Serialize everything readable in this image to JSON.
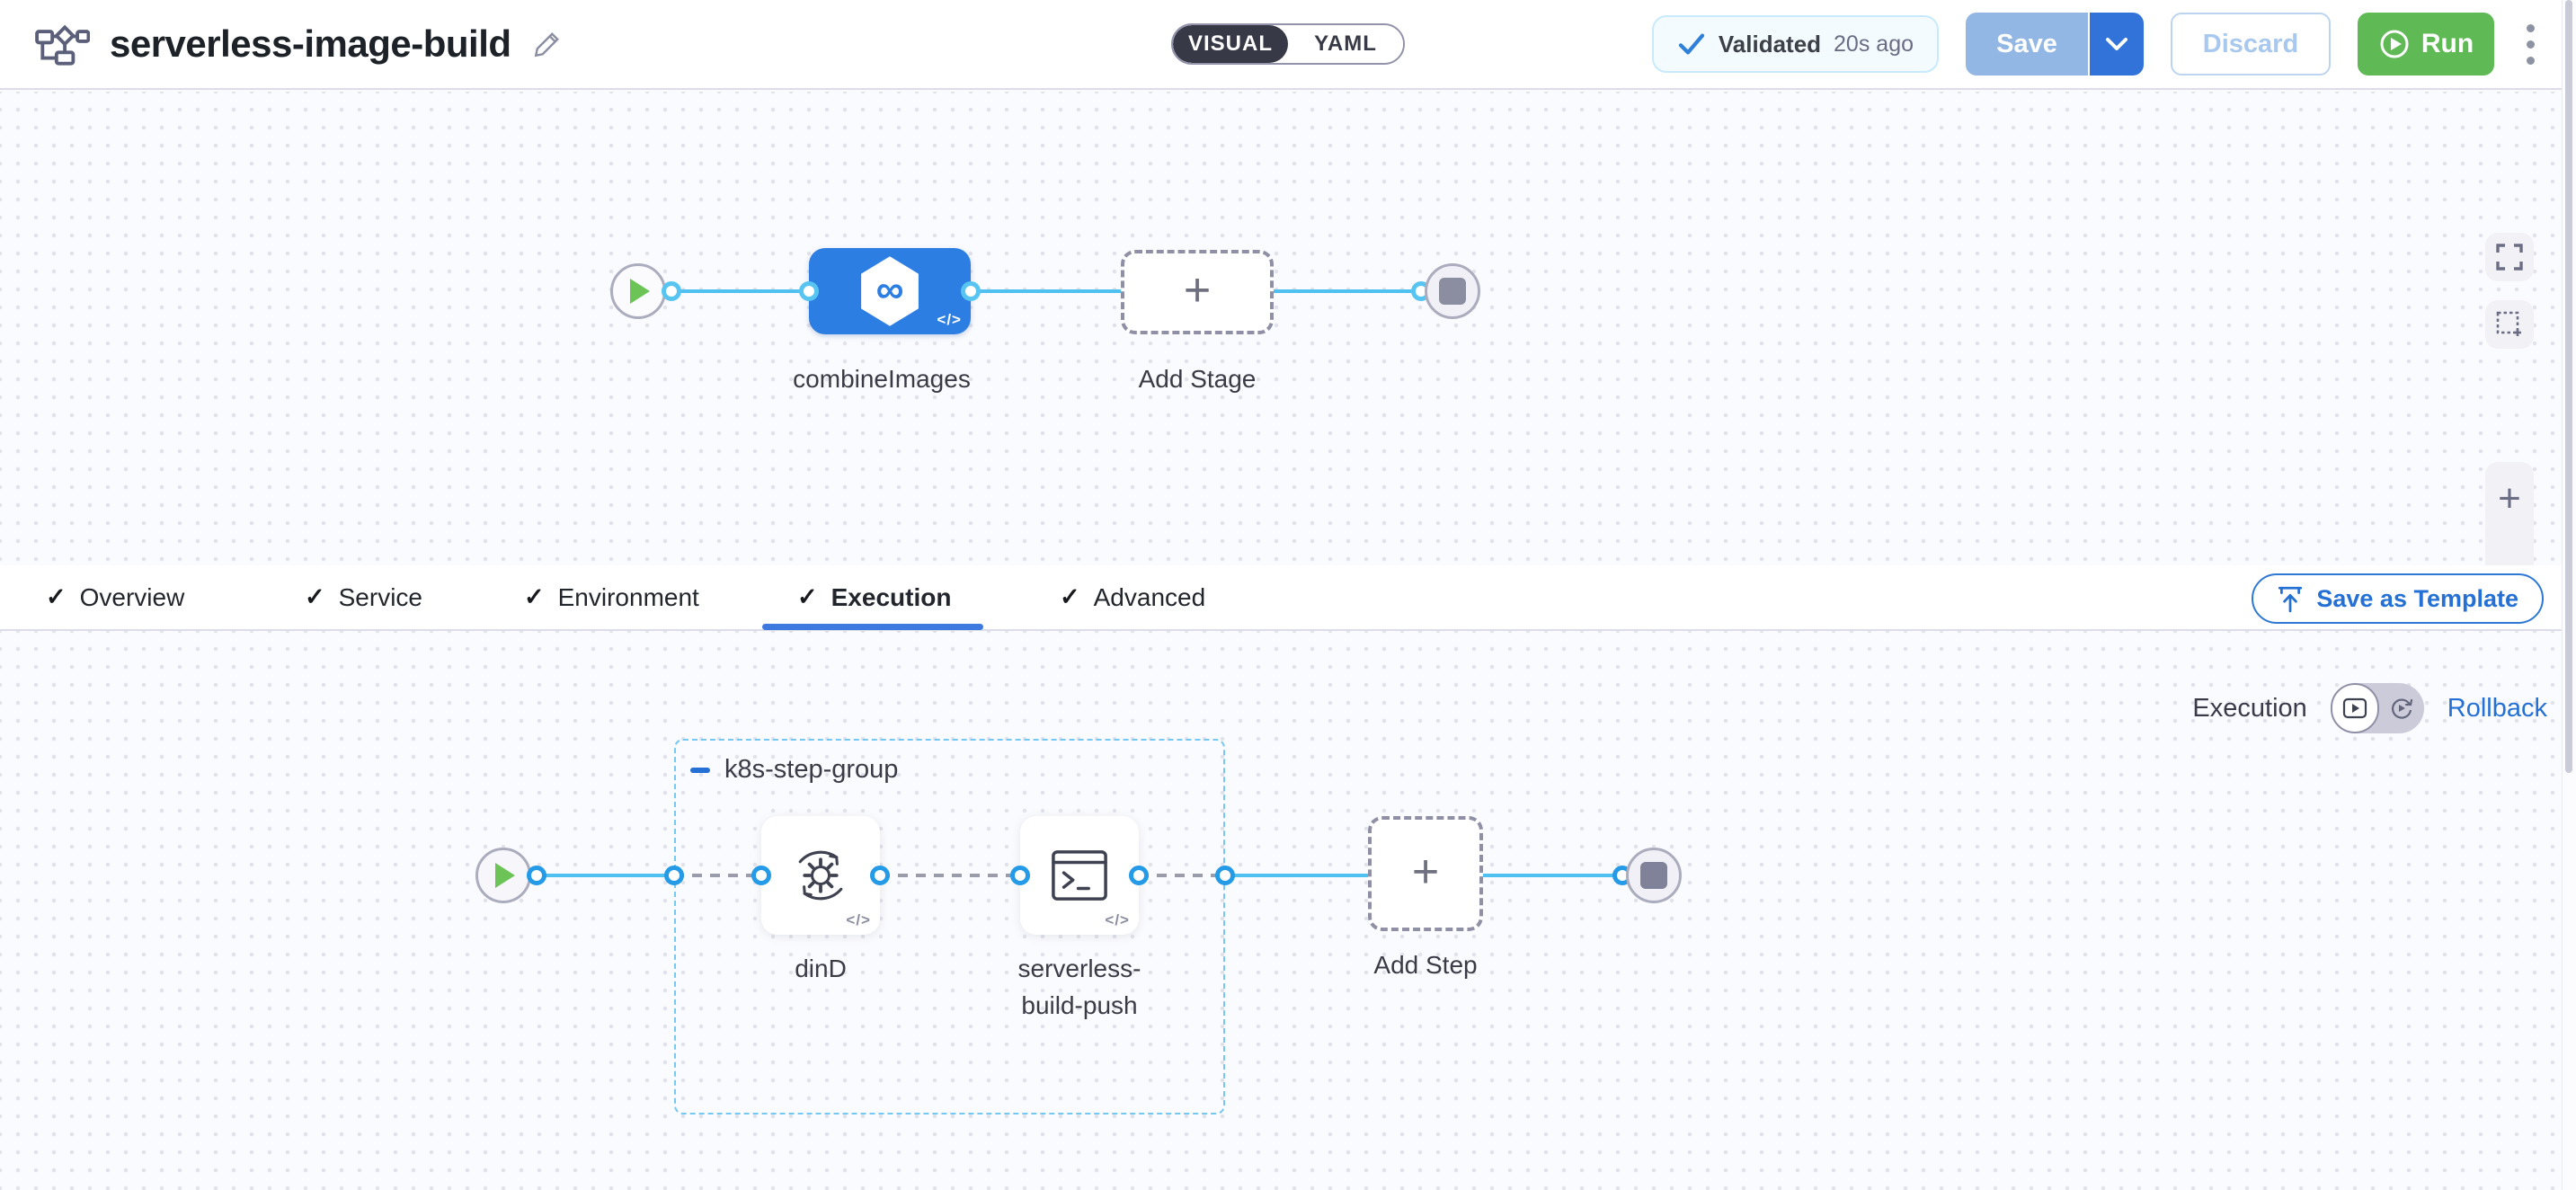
{
  "header": {
    "title": "serverless-image-build",
    "mode_toggle": {
      "visual": "VISUAL",
      "yaml": "YAML"
    },
    "validated": {
      "label": "Validated",
      "time": "20s ago"
    },
    "save_label": "Save",
    "discard_label": "Discard",
    "run_label": "Run"
  },
  "tabs": {
    "items": [
      {
        "label": "Overview"
      },
      {
        "label": "Service"
      },
      {
        "label": "Environment"
      },
      {
        "label": "Execution"
      },
      {
        "label": "Advanced"
      }
    ],
    "active": "Execution",
    "save_as_template": "Save as Template"
  },
  "stage_canvas": {
    "stage_label": "combineImages",
    "add_stage_label": "Add Stage"
  },
  "execution_canvas": {
    "mode_label": "Execution",
    "rollback_label": "Rollback",
    "group_label": "k8s-step-group",
    "steps": [
      {
        "label": "dinD",
        "icon": "docker-dind-icon"
      },
      {
        "label": "serverless-build-push",
        "icon": "terminal-icon"
      }
    ],
    "add_step_label": "Add Step"
  },
  "colors": {
    "accent": "#2470d4",
    "line": "#4fc0f0",
    "port": "#259ae6",
    "port-light": "#58c4f1",
    "stage": "#2d7ee3",
    "green": "#5fb954",
    "save-disabled": "#93b7e4",
    "save-caret": "#3273d9",
    "discard-border": "#bcd4f0",
    "discard-text": "#a8c8ee",
    "dark": "#383946",
    "text": "#1d2228",
    "muted": "#6b6d85",
    "grid-dot": "#e2e2ea",
    "canvas": "#fafbfe",
    "border": "#dcdde8",
    "dash-gray": "#9a9cab",
    "badge-border": "#c8eafb",
    "badge-bg": "#f4fbff",
    "group": "#74c8f2"
  }
}
